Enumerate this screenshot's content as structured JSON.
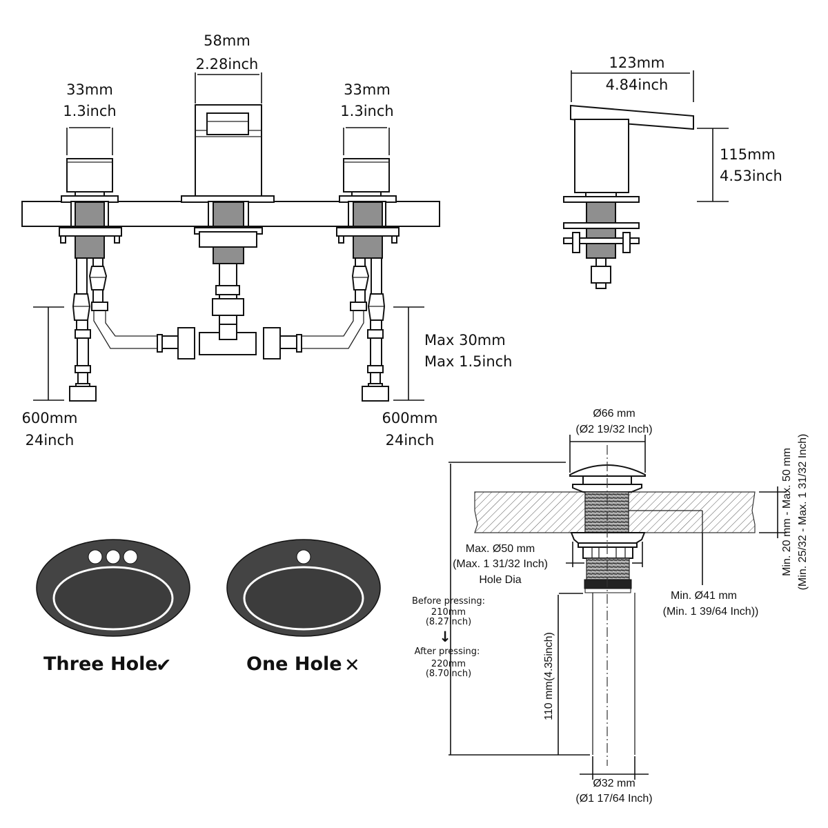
{
  "front_view": {
    "left_handle": {
      "width_mm": "33mm",
      "width_inch": "1.3inch"
    },
    "spout": {
      "width_mm": "58mm",
      "width_inch": "2.28inch"
    },
    "right_handle": {
      "width_mm": "33mm",
      "width_inch": "1.3inch"
    },
    "left_hose": {
      "length_mm": "600mm",
      "length_inch": "24inch"
    },
    "right_hose": {
      "length_mm": "600mm",
      "length_inch": "24inch"
    },
    "deck_thickness": {
      "max_mm": "Max 30mm",
      "max_inch": "Max 1.5inch"
    }
  },
  "side_view": {
    "spout_reach": {
      "mm": "123mm",
      "inch": "4.84inch"
    },
    "spout_height": {
      "mm": "115mm",
      "inch": "4.53inch"
    }
  },
  "sink_compatibility": [
    {
      "label": "Three Hole",
      "holes": 3,
      "status": "compatible",
      "status_icon": "✔"
    },
    {
      "label": "One Hole",
      "holes": 1,
      "status": "incompatible",
      "status_icon": "✕"
    }
  ],
  "drain": {
    "cap_diameter": {
      "mm": "Ø66 mm",
      "inch": "(Ø2 19/32 Inch)"
    },
    "hole_dia": {
      "mm": "Max. Ø50 mm",
      "inch": "(Max. 1 31/32 Inch)",
      "caption": "Hole Dia"
    },
    "min_hole": {
      "mm": "Min. Ø41  mm",
      "inch": "(Min. 1 39/64 Inch))"
    },
    "counter_thickness": {
      "mm": "Min. 20 mm - Max. 50 mm",
      "inch": "(Min. 25/32 - Max. 1 31/32 Inch)"
    },
    "pressing": {
      "before_label": "Before pressing:",
      "before_mm": "210mm",
      "before_inch": "(8.27inch)",
      "arrow_icon": "↓",
      "after_label": "After pressing:",
      "after_mm": "220mm",
      "after_inch": "(8.70inch)"
    },
    "tail_length": "110 mm(4.35inch)",
    "tail_diameter": {
      "mm": "Ø32 mm",
      "inch": "(Ø1 17/64 Inch)"
    }
  }
}
